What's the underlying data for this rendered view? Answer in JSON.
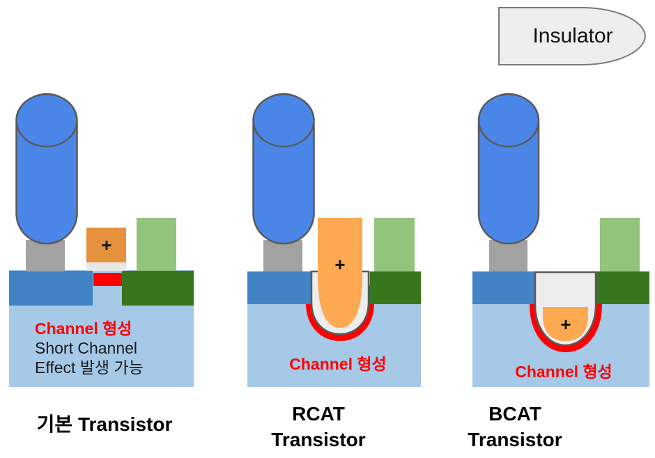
{
  "legend": {
    "label": "Insulator"
  },
  "panels": {
    "basic": {
      "title": "기본 Transistor",
      "gate_plus": "+",
      "note_line1": "Channel 형성",
      "note_line2": "Short Channel",
      "note_line3": "Effect 발생 가능"
    },
    "rcat": {
      "title_line1": "RCAT",
      "title_line2": "Transistor",
      "gate_plus": "+",
      "channel_label": "Channel 형성"
    },
    "bcat": {
      "title_line1": "BCAT",
      "title_line2": "Transistor",
      "gate_plus": "+",
      "channel_label": "Channel 형성"
    }
  },
  "colors": {
    "cylinder_blue": "#4a86e8",
    "contact_plug_gray": "#a2a2a2",
    "planar_gate_orange": "#e6913c",
    "recessed_gate_orange": "#fca951",
    "bitline_contact_green": "#93c47d",
    "source_steel_blue": "#4183c4",
    "drain_dark_green": "#38761d",
    "substrate_light_blue": "#a6c9e8",
    "channel_red": "#fe0004",
    "insulator_light_gray": "#ededed"
  }
}
